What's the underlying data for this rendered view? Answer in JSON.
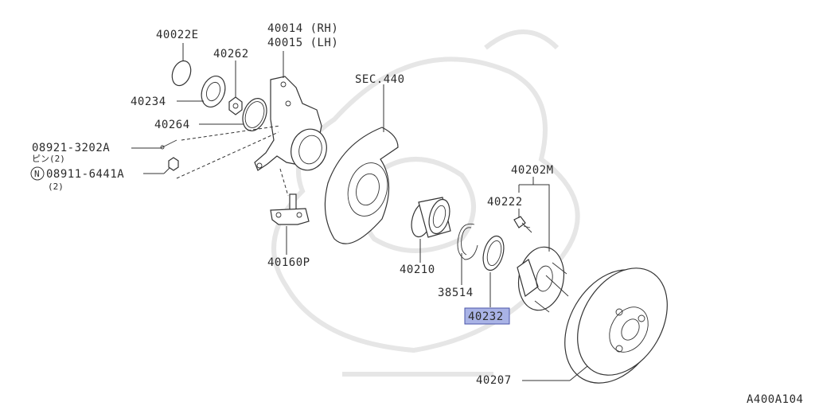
{
  "labels": {
    "c40022E": "40022E",
    "c40262": "40262",
    "c40014": "40014 (RH)",
    "c40015": "40015 (LH)",
    "c40234": "40234",
    "c40264": "40264",
    "c08921": "08921-3202A",
    "c08921_sub": "ピン(2)",
    "c08911": "08911-6441A",
    "c08911_sub": "(2)",
    "n_symbol": "N",
    "sec440": "SEC.440",
    "c40202M": "40202M",
    "c40222": "40222",
    "c40160P": "40160P",
    "c40210": "40210",
    "c38514": "38514",
    "c40232": "40232",
    "c40207": "40207",
    "diagram_id": "A400A104"
  },
  "highlight": {
    "part": "40232",
    "color": "#a9b3e6"
  }
}
